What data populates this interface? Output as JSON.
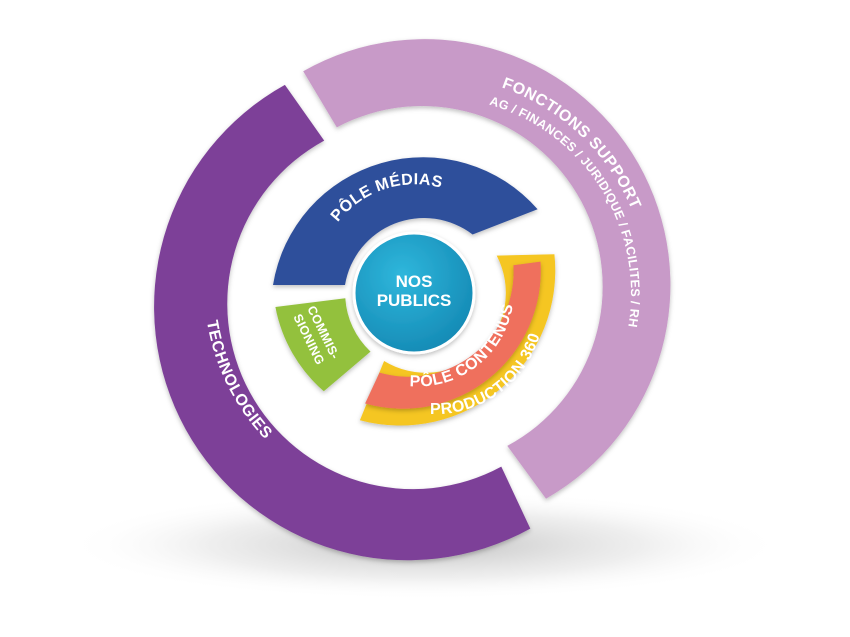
{
  "diagram": {
    "center": {
      "line1": "NOS",
      "line2": "PUBLICS"
    },
    "segments": {
      "technologies": {
        "label": "TECHNOLOGIES"
      },
      "fonctions_support": {
        "title": "FONCTIONS SUPPORT",
        "subtitle": "AG / FINANCES / JURIDIQUE / FACILITES / RH"
      },
      "pole_medias": {
        "label": "PÔLE MÉDIAS"
      },
      "commissioning": {
        "line1": "COMMIS-",
        "line2": "SIONING"
      },
      "pole_contenus": {
        "label": "PÔLE CONTENUS"
      },
      "production_360": {
        "label": "PRODUCTION 360"
      }
    }
  },
  "colors": {
    "technologies": "#7d3f98",
    "fonctions_support": "#c89ac8",
    "pole_medias": "#2f4f9b",
    "commissioning": "#93c13e",
    "pole_contenus": "#f5c623",
    "production_360": "#ef6f5d",
    "center": "#1aa0c6"
  }
}
